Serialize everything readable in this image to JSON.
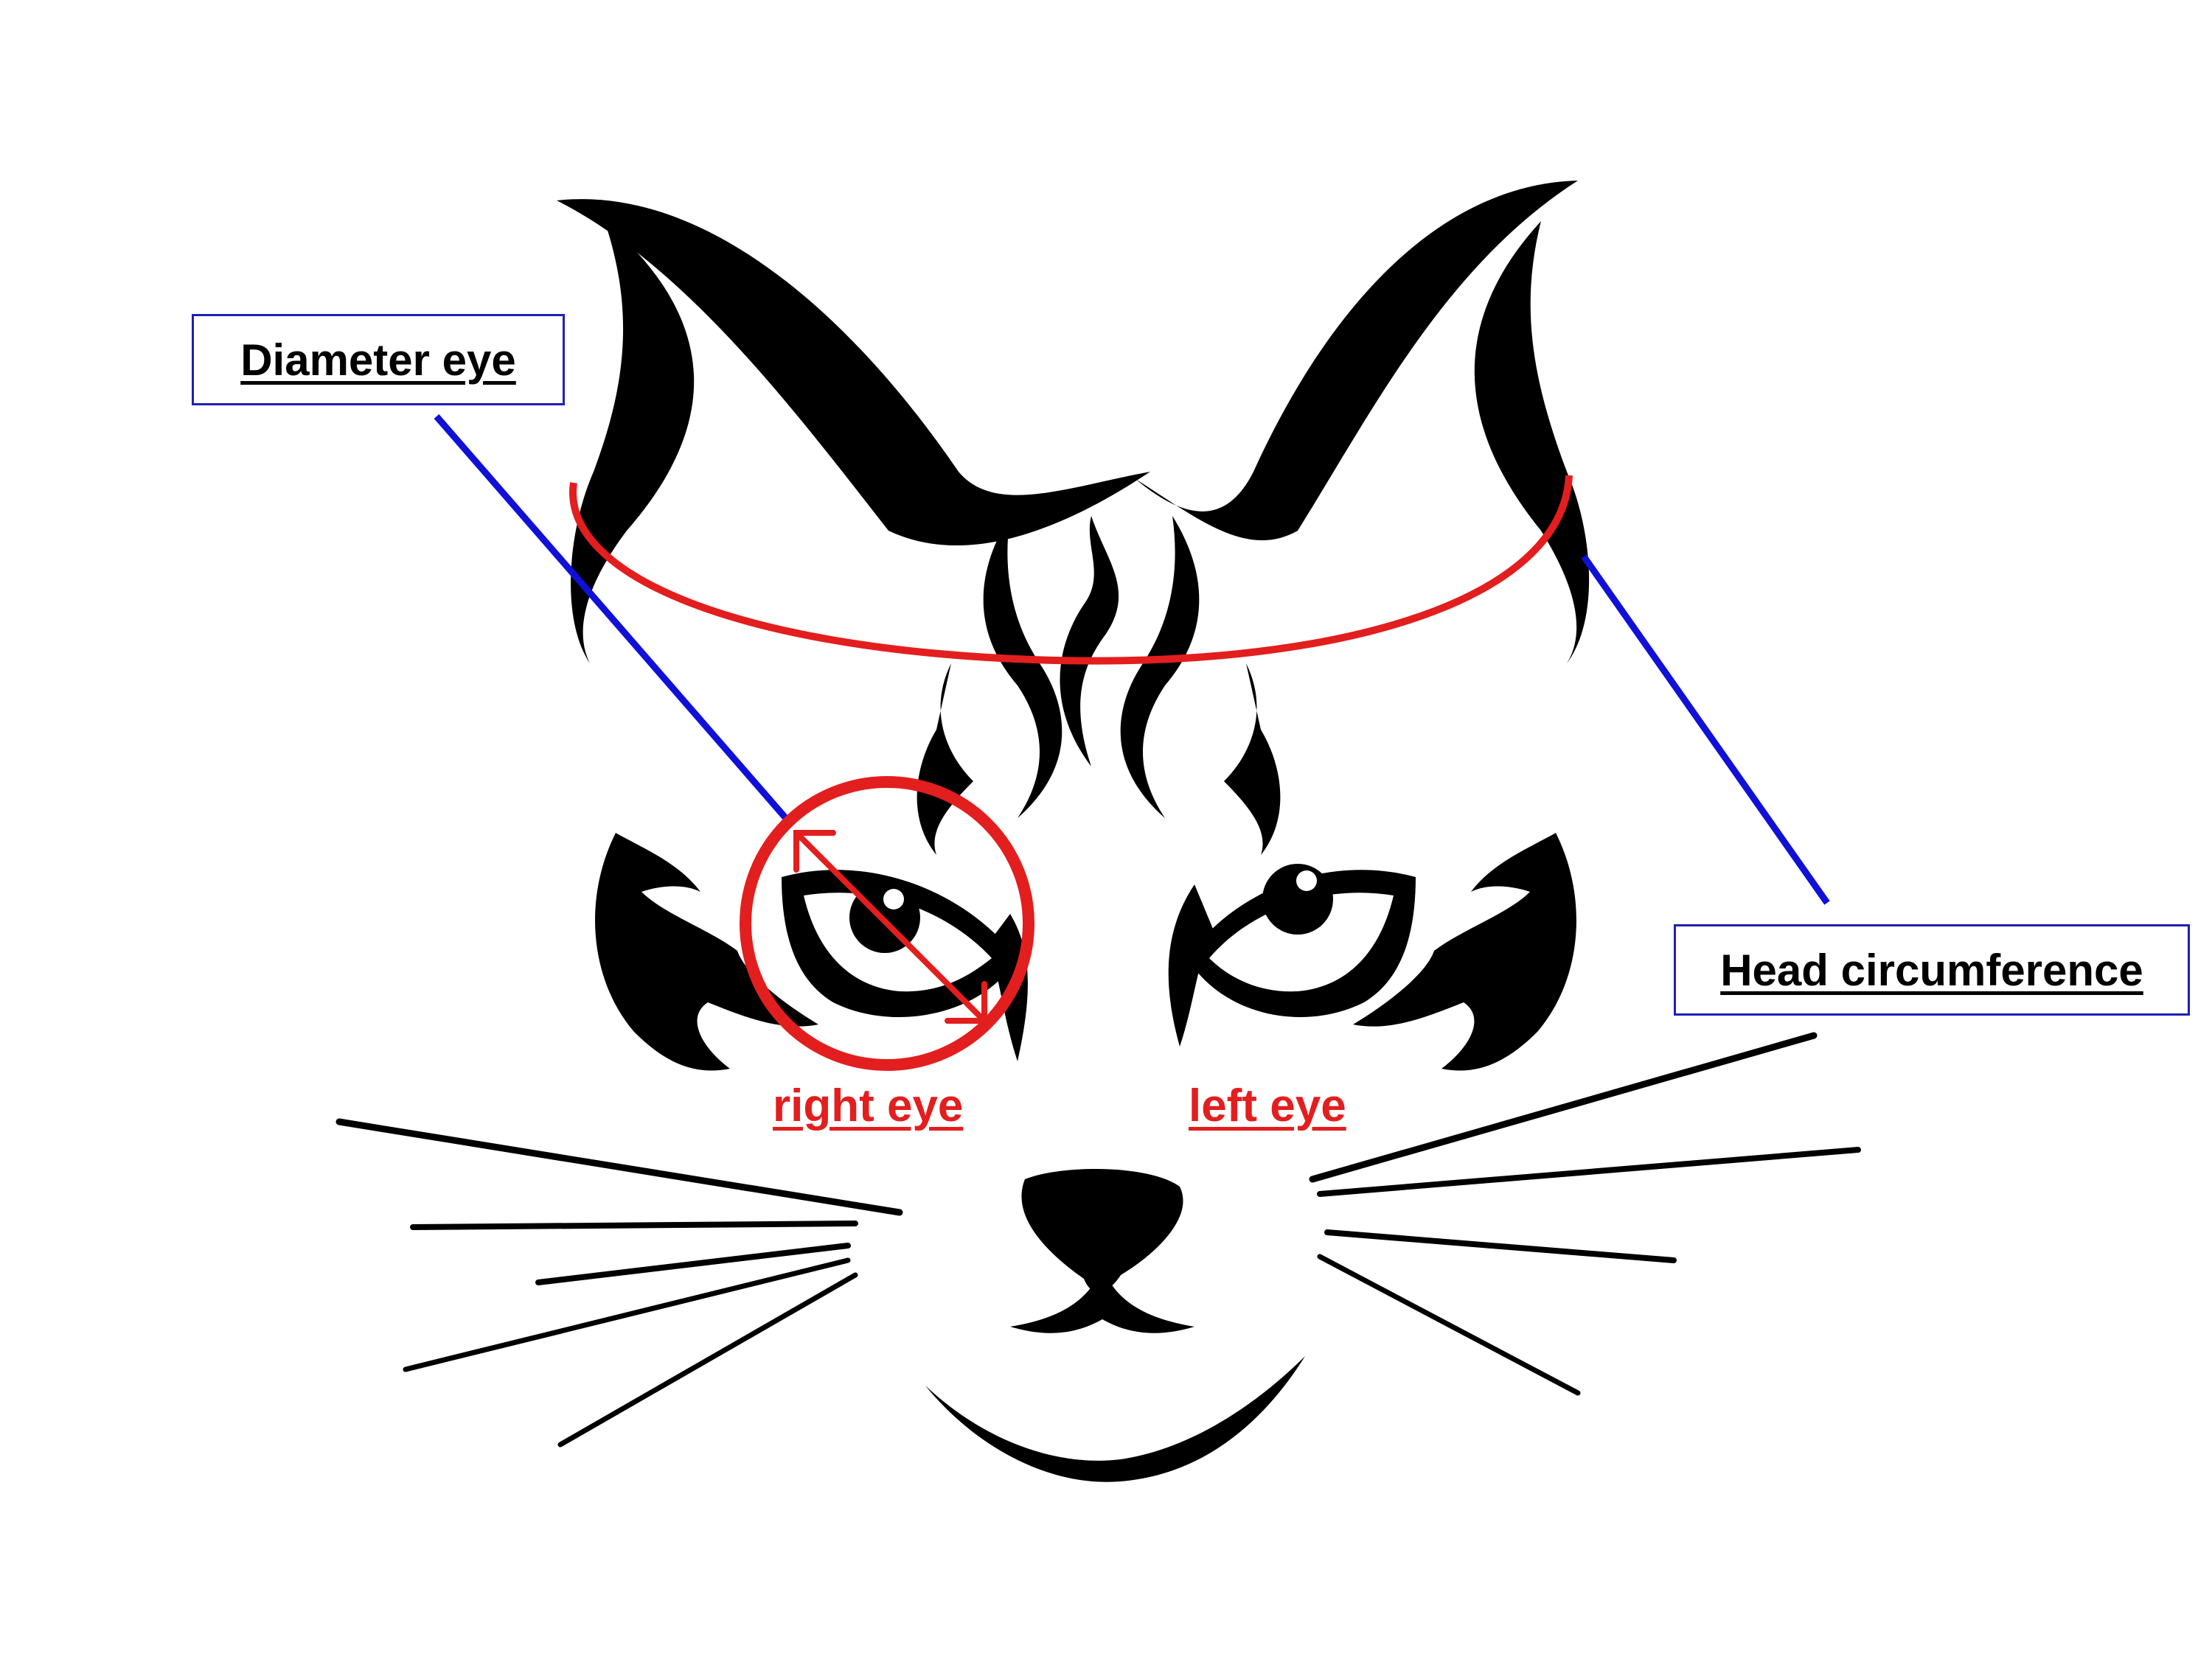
{
  "labels": {
    "diameter_eye": "Diameter eye",
    "head_circumference": "Head circumference",
    "right_eye": "right eye",
    "left_eye": "left eye"
  },
  "colors": {
    "measurement": "#e31e1e",
    "leader_line": "#1010d8",
    "box_border": "#1f1fb4",
    "outline": "#000000"
  },
  "icons": [
    "cat-face-illustration",
    "double-arrow-icon"
  ]
}
